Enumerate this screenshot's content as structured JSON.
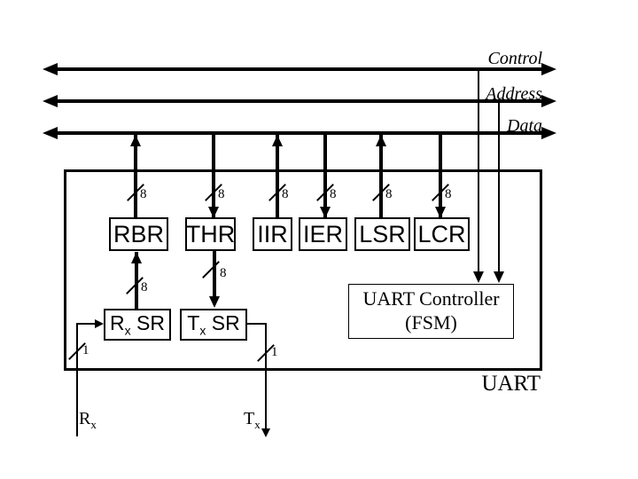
{
  "diagram": {
    "chip_label": "UART",
    "buses": {
      "control": {
        "label": "Control"
      },
      "address": {
        "label": "Address"
      },
      "data": {
        "label": "Data"
      }
    },
    "registers": {
      "rbr": "RBR",
      "thr": "THR",
      "iir": "IIR",
      "ier": "IER",
      "lsr": "LSR",
      "lcr": "LCR"
    },
    "shift_registers": {
      "rx": {
        "main": "R",
        "sub": "x",
        "rest": "SR"
      },
      "tx": {
        "main": "T",
        "sub": "x",
        "rest": "SR"
      }
    },
    "controller": {
      "line1": "UART Controller",
      "line2": "(FSM)"
    },
    "bus_widths": {
      "byte": "8",
      "bit": "1"
    },
    "signals": {
      "rx": {
        "main": "R",
        "sub": "x"
      },
      "tx": {
        "main": "T",
        "sub": "x"
      }
    },
    "colors": {
      "line": "#000000",
      "background": "#ffffff"
    }
  }
}
